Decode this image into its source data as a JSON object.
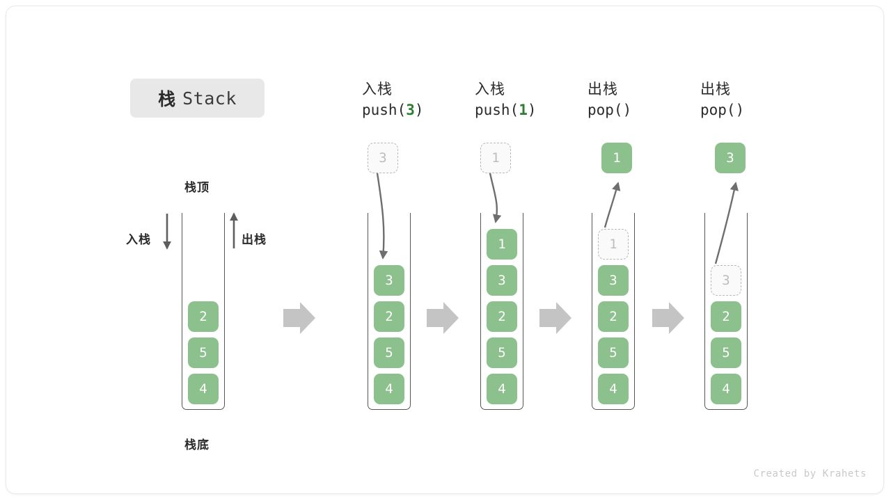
{
  "title": {
    "cn": "栈",
    "en": "Stack"
  },
  "left_stack": {
    "top_label": "栈顶",
    "bottom_label": "栈底",
    "push_label": "入栈",
    "pop_label": "出栈",
    "cells": [
      "2",
      "5",
      "4"
    ]
  },
  "columns": [
    {
      "op_label": "入栈",
      "code_prefix": "push(",
      "code_arg": "3",
      "code_suffix": ")",
      "floating_cell": {
        "value": "3",
        "style": "ghost"
      },
      "cells": [
        {
          "value": "3",
          "style": "solid"
        },
        {
          "value": "2",
          "style": "solid"
        },
        {
          "value": "5",
          "style": "solid"
        },
        {
          "value": "4",
          "style": "solid"
        }
      ]
    },
    {
      "op_label": "入栈",
      "code_prefix": "push(",
      "code_arg": "1",
      "code_suffix": ")",
      "floating_cell": {
        "value": "1",
        "style": "ghost"
      },
      "cells": [
        {
          "value": "1",
          "style": "solid"
        },
        {
          "value": "3",
          "style": "solid"
        },
        {
          "value": "2",
          "style": "solid"
        },
        {
          "value": "5",
          "style": "solid"
        },
        {
          "value": "4",
          "style": "solid"
        }
      ]
    },
    {
      "op_label": "出栈",
      "code_prefix": "pop(",
      "code_arg": "",
      "code_suffix": ")",
      "floating_cell": {
        "value": "1",
        "style": "solid"
      },
      "cells": [
        {
          "value": "1",
          "style": "ghost"
        },
        {
          "value": "3",
          "style": "solid"
        },
        {
          "value": "2",
          "style": "solid"
        },
        {
          "value": "5",
          "style": "solid"
        },
        {
          "value": "4",
          "style": "solid"
        }
      ]
    },
    {
      "op_label": "出栈",
      "code_prefix": "pop(",
      "code_arg": "",
      "code_suffix": ")",
      "floating_cell": {
        "value": "3",
        "style": "solid"
      },
      "cells": [
        {
          "value": "3",
          "style": "ghost"
        },
        {
          "value": "2",
          "style": "solid"
        },
        {
          "value": "5",
          "style": "solid"
        },
        {
          "value": "4",
          "style": "solid"
        }
      ]
    }
  ],
  "footer": "Created by Krahets",
  "colors": {
    "cell_green": "#8cc08c",
    "accent_green": "#2e7d32",
    "tube_stroke": "#555555",
    "ghost_border": "#b9b9b9",
    "arrow_gray": "#c4c4c4",
    "curve_gray": "#6e6e6e",
    "badge_bg": "#e8e8e8"
  }
}
